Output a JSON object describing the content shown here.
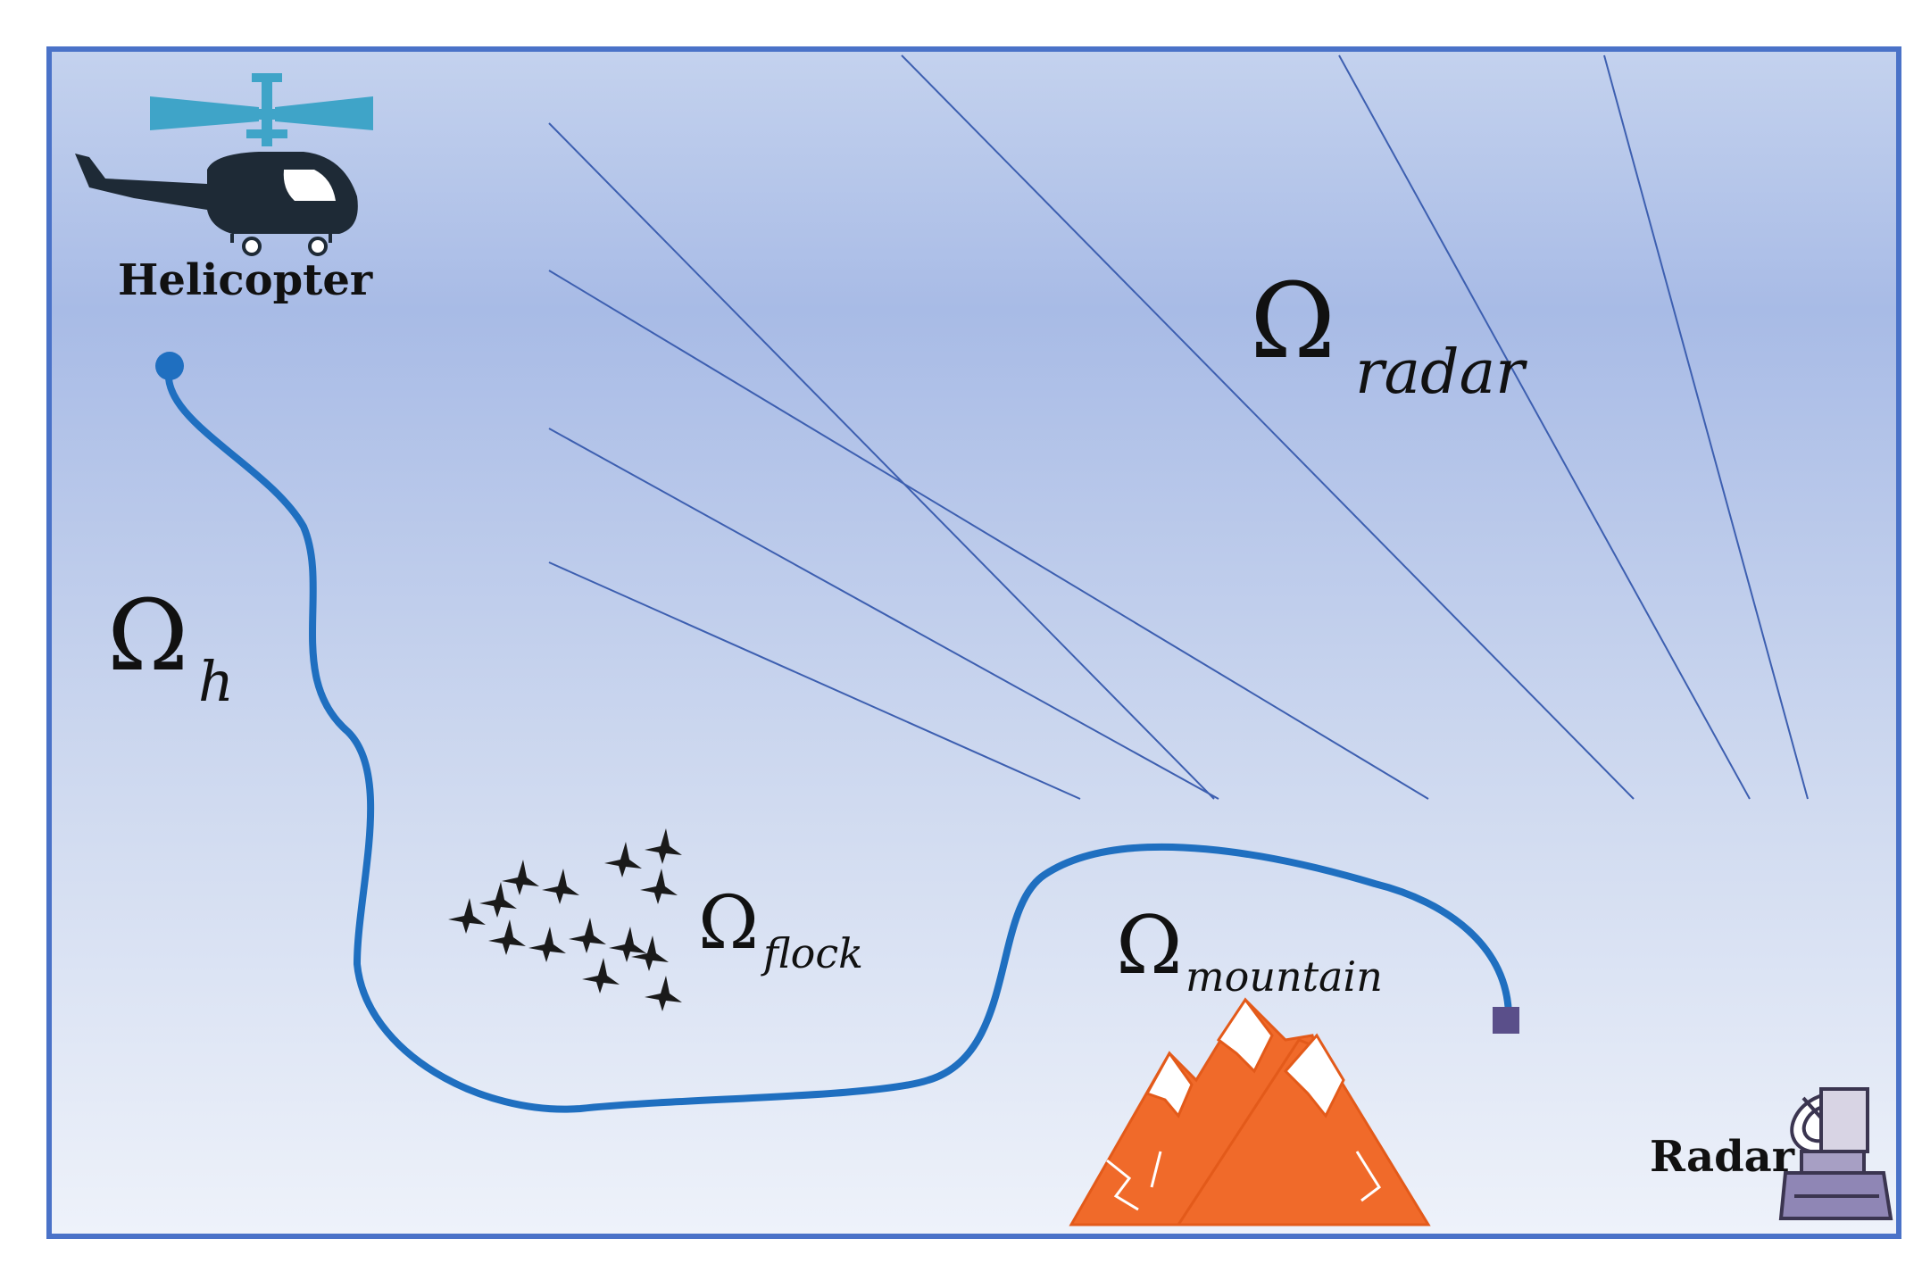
{
  "labels": {
    "helicopter": "Helicopter",
    "radar": "Radar"
  },
  "regions": {
    "radar": {
      "symbol": "Ω",
      "subscript": "radar"
    },
    "h": {
      "symbol": "Ω",
      "subscript": "h"
    },
    "flock": {
      "symbol": "Ω",
      "subscript": "flock"
    },
    "mountain": {
      "symbol": "Ω",
      "subscript": "mountain"
    }
  },
  "colors": {
    "frame": "#4a72c8",
    "sky_top": "#aabde6",
    "sky_bottom": "#f0f3fb",
    "radar_lines": "#3d5fb0",
    "path": "#1f6fc0",
    "start_point": "#1f6fc0",
    "end_point": "#5a4f8a",
    "mountain_fill": "#f06a2a",
    "snow": "#ffffff",
    "helicopter_body": "#1e2a36",
    "rotor": "#3fa4c8",
    "bird": "#1a1a1a"
  },
  "icons": {
    "helicopter": "helicopter-icon",
    "radar": "radar-dish-icon",
    "mountain": "mountain-icon",
    "flock": "bird-flock-icon"
  }
}
